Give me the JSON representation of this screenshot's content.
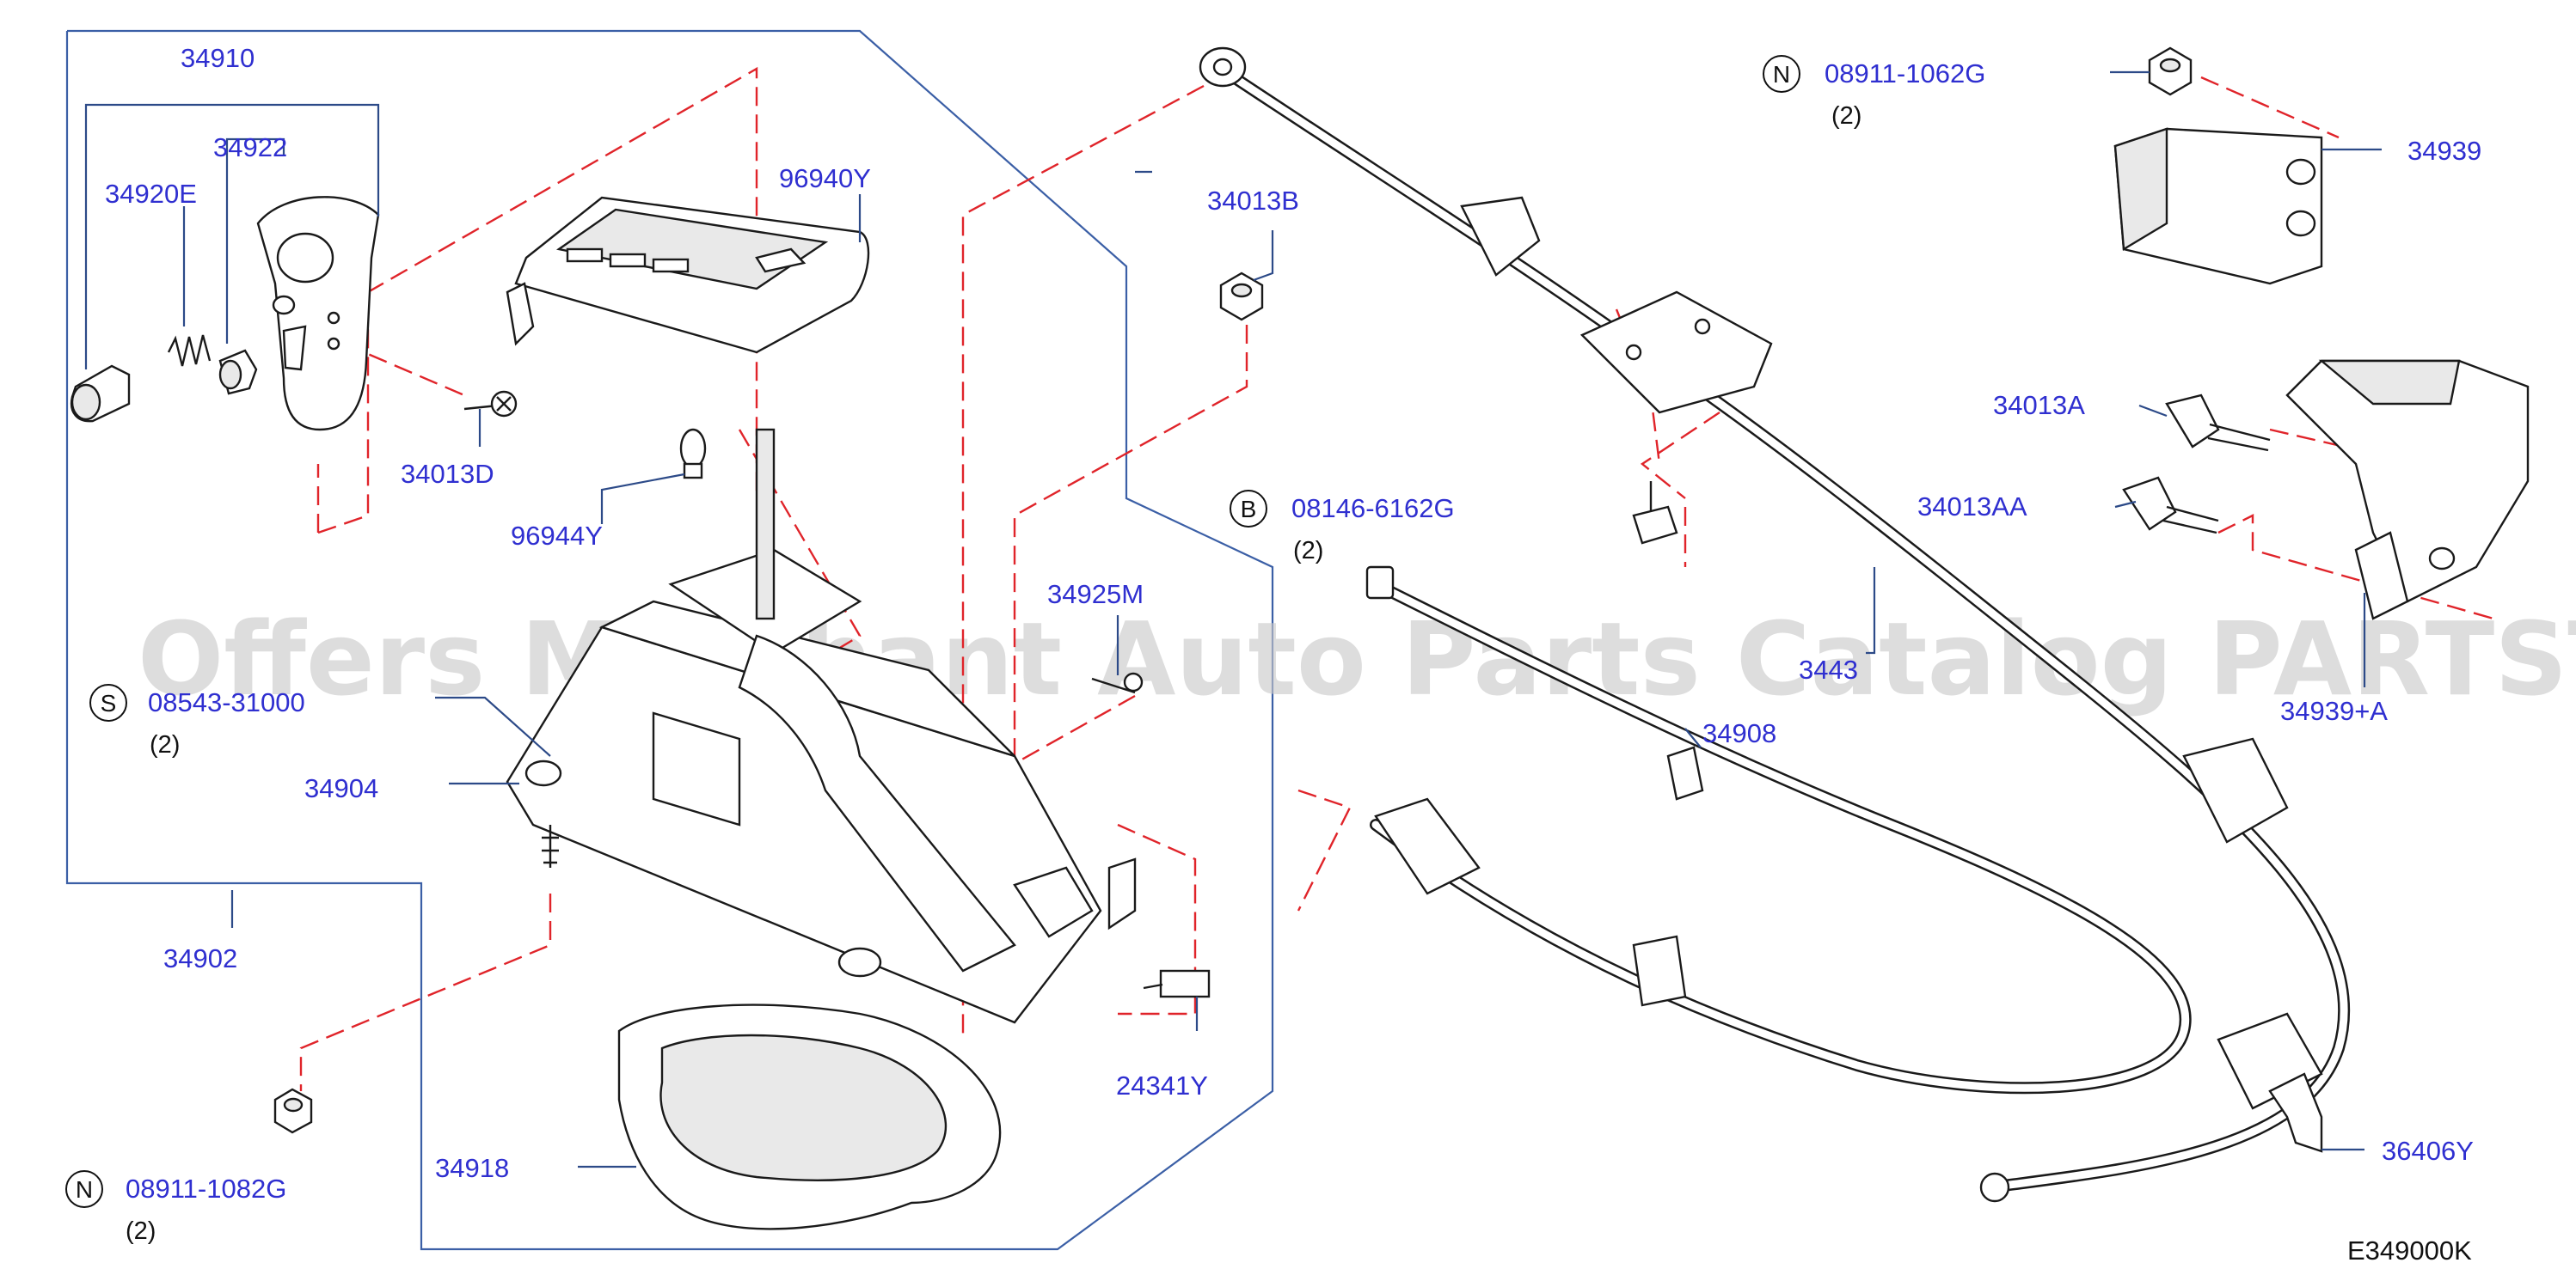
{
  "diagram": {
    "watermark": "Offers Merchant Auto Parts Catalog PARTSTORE.SA",
    "figure_code": "E349000K",
    "labels": {
      "p34910": "34910",
      "p34922": "34922",
      "p34920E": "34920E",
      "p96940Y": "96940Y",
      "p34013D": "34013D",
      "p96944Y": "96944Y",
      "p34013B": "34013B",
      "p34925M": "34925M",
      "p08543": "08543-31000",
      "p34904": "34904",
      "p34902": "34902",
      "p34918": "34918",
      "p24341Y": "24341Y",
      "p08911_1082": "08911-1082G",
      "p08146": "08146-6162G",
      "p34908": "34908",
      "p3443": "3443",
      "p08911_1062": "08911-1062G",
      "p34939": "34939",
      "p34013A": "34013A",
      "p34013AA": "34013AA",
      "p34939A": "34939+A",
      "p36406Y": "36406Y"
    },
    "badges": {
      "n_top": "N",
      "b_mid": "B",
      "s_left": "S",
      "n_bottom": "N"
    },
    "quantities": {
      "q_08911_1062": "(2)",
      "q_08146": "(2)",
      "q_08543": "(2)",
      "q_08911_1082": "(2)"
    }
  }
}
